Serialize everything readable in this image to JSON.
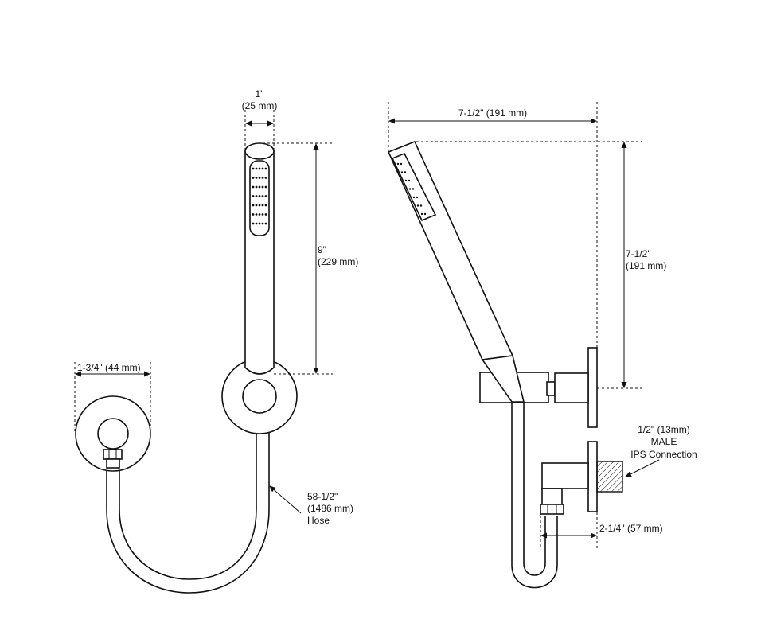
{
  "front_view": {
    "width_top": [
      "1\"",
      "(25 mm)"
    ],
    "height": [
      "9\"",
      "(229 mm)"
    ],
    "flange": [
      "1-3/4\" (44 mm)"
    ],
    "hose": [
      "58-1/2\"",
      "(1486 mm)",
      "Hose"
    ]
  },
  "side_view": {
    "overall_width": [
      "7-1/2\" (191 mm)"
    ],
    "overall_height": [
      "7-1/2\"",
      "(191 mm)"
    ],
    "connection": [
      "1/2\" (13mm)",
      "MALE",
      "IPS Connection"
    ],
    "projection": [
      "2-1/4\" (57 mm)"
    ]
  }
}
